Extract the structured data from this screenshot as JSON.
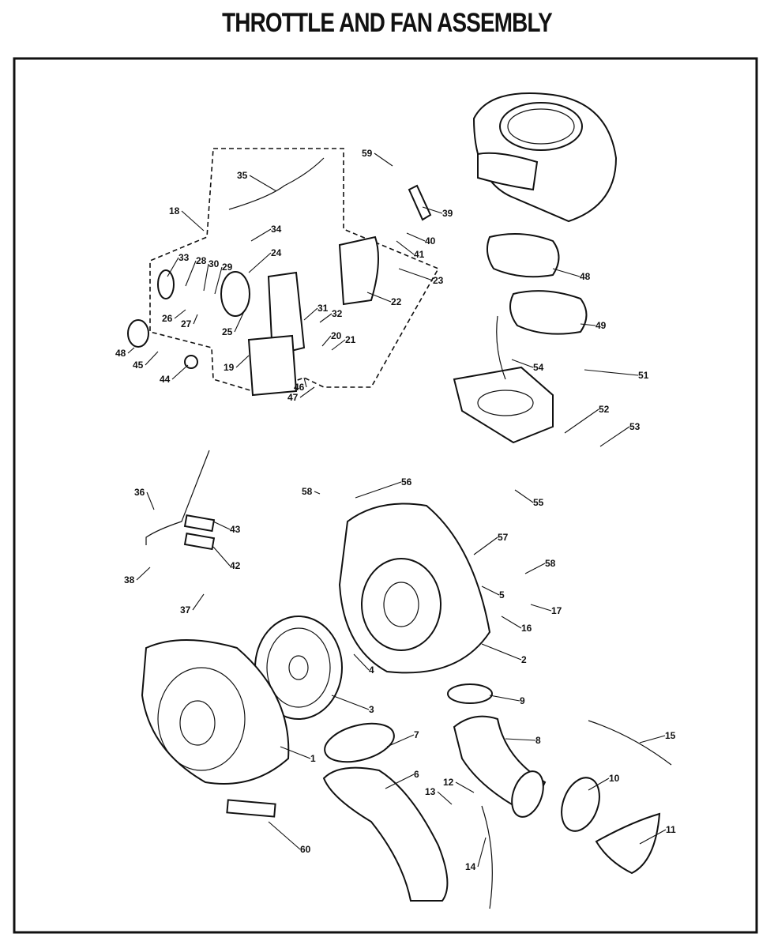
{
  "title": "THROTTLE AND FAN ASSEMBLY",
  "callouts": [
    "59",
    "35",
    "18",
    "39",
    "40",
    "34",
    "41",
    "33",
    "28",
    "30",
    "29",
    "24",
    "23",
    "22",
    "31",
    "32",
    "26",
    "27",
    "25",
    "20",
    "21",
    "48",
    "45",
    "19",
    "44",
    "46",
    "47",
    "48",
    "49",
    "54",
    "51",
    "52",
    "53",
    "55",
    "56",
    "58",
    "36",
    "43",
    "42",
    "57",
    "58",
    "38",
    "37",
    "5",
    "17",
    "16",
    "2",
    "4",
    "9",
    "3",
    "7",
    "15",
    "8",
    "1",
    "10",
    "6",
    "12",
    "13",
    "11",
    "60",
    "14"
  ]
}
